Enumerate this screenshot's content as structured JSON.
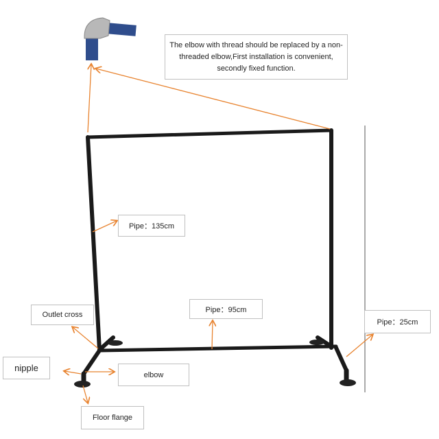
{
  "note": {
    "text": "The elbow with thread should be replaced by a non-threaded elbow,First installation is convenient, secondly fixed function."
  },
  "labels": {
    "pipe_135": "Pipe：135cm",
    "outlet_cross": "Outlet cross",
    "pipe_95": "Pipe：95cm",
    "pipe_25": "Pipe：25cm",
    "nipple": "nipple",
    "elbow": "elbow",
    "floor_flange": "Floor flange"
  },
  "colors": {
    "arrow": "#e8832f",
    "pipe": "#1a1a1a",
    "elbow_pipe": "#2f4d8c",
    "fitting": "#b8b8b8"
  }
}
